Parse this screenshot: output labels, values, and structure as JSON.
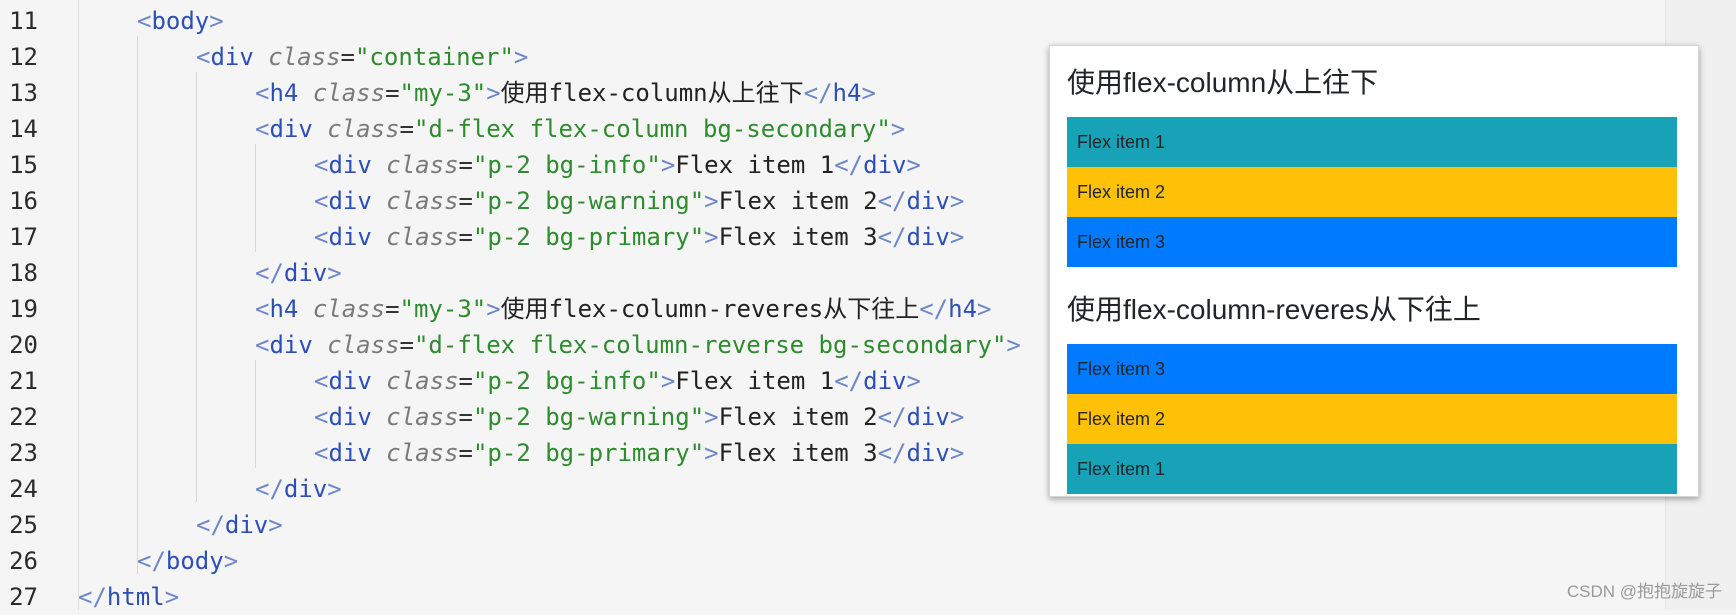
{
  "editor": {
    "lines": [
      {
        "n": "11"
      },
      {
        "n": "12"
      },
      {
        "n": "13"
      },
      {
        "n": "14"
      },
      {
        "n": "15"
      },
      {
        "n": "16"
      },
      {
        "n": "17"
      },
      {
        "n": "18"
      },
      {
        "n": "19"
      },
      {
        "n": "20"
      },
      {
        "n": "21"
      },
      {
        "n": "22"
      },
      {
        "n": "23"
      },
      {
        "n": "24"
      },
      {
        "n": "25"
      },
      {
        "n": "26"
      },
      {
        "n": "27"
      }
    ],
    "tokens": {
      "lt": "<",
      "gt": ">",
      "lt_slash": "</",
      "eq": "=",
      "body": "body",
      "div": "div",
      "h4": "h4",
      "html": "html",
      "class_attr": "class",
      "container": "\"container\"",
      "my3": "\"my-3\"",
      "dflex_col": "\"d-flex flex-column bg-secondary\"",
      "dflex_col_rev": "\"d-flex flex-column-reverse bg-secondary\"",
      "p2_info": "\"p-2 bg-info\"",
      "p2_warning": "\"p-2 bg-warning\"",
      "p2_primary": "\"p-2 bg-primary\"",
      "h4_text_1": "使用flex-column从上往下",
      "h4_text_2": "使用flex-column-reveres从下往上",
      "flex_item_1": "Flex item 1",
      "flex_item_2": "Flex item 2",
      "flex_item_3": "Flex item 3"
    }
  },
  "preview": {
    "heading_1": "使用flex-column从上往下",
    "heading_2": "使用flex-column-reveres从下往上",
    "group_1": [
      {
        "label": "Flex item 1",
        "color": "#17a2b8"
      },
      {
        "label": "Flex item 2",
        "color": "#ffc107"
      },
      {
        "label": "Flex item 3",
        "color": "#007bff"
      }
    ],
    "group_2": [
      {
        "label": "Flex item 3",
        "color": "#007bff"
      },
      {
        "label": "Flex item 2",
        "color": "#ffc107"
      },
      {
        "label": "Flex item 1",
        "color": "#17a2b8"
      }
    ]
  },
  "watermark": "CSDN @抱抱旋旋子"
}
